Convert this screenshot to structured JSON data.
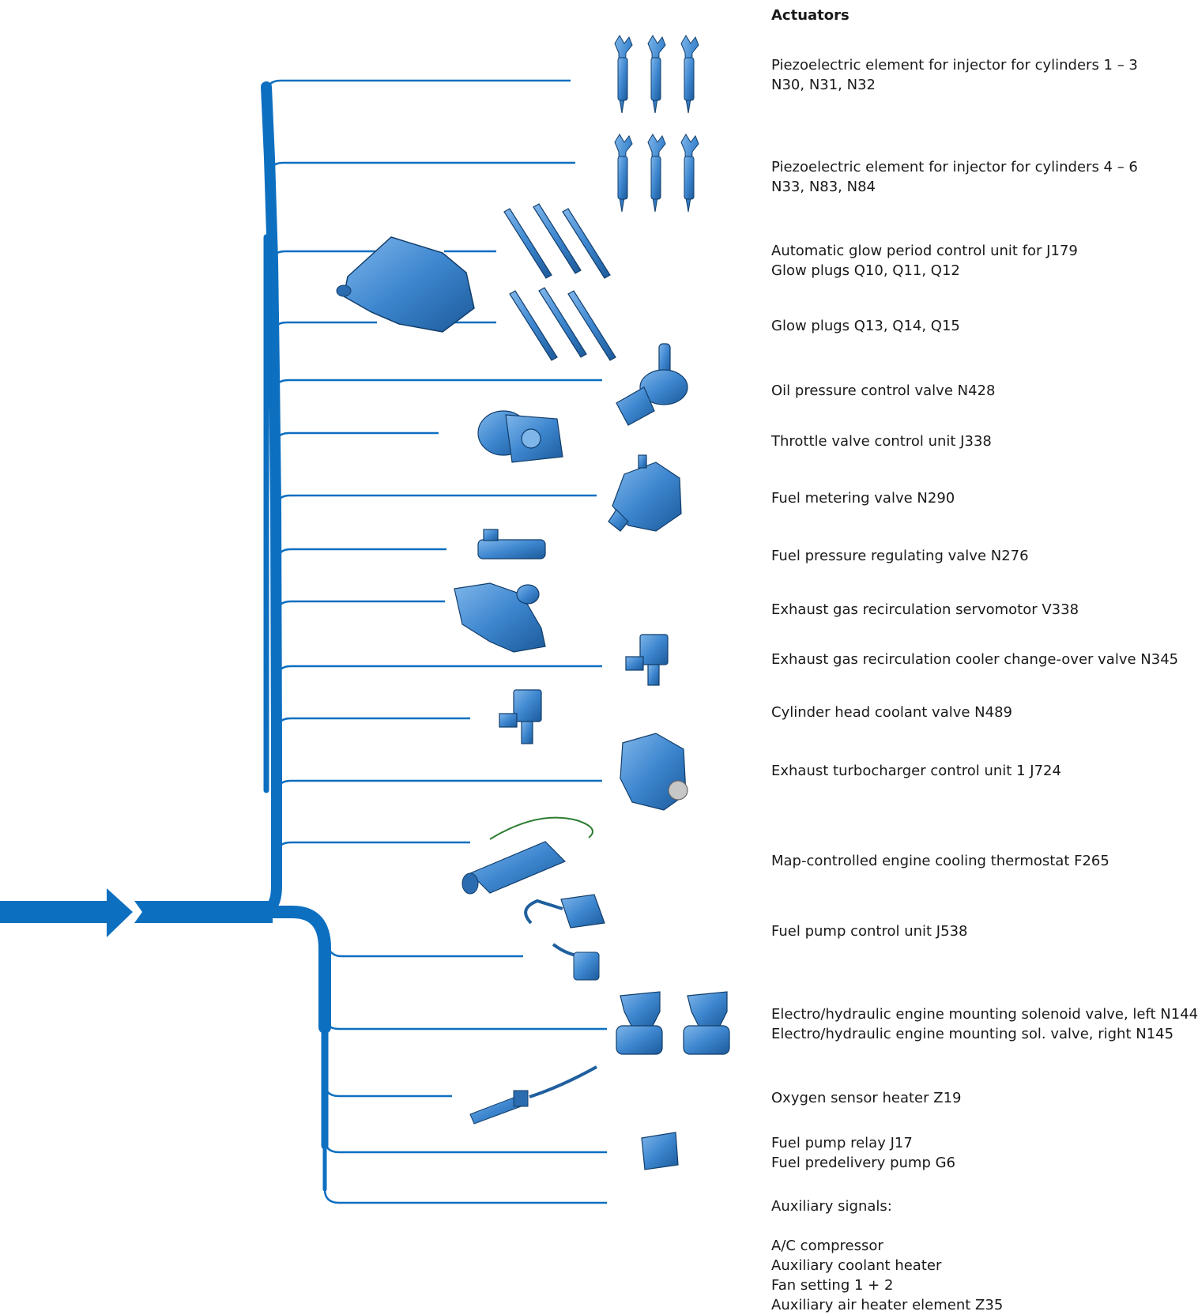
{
  "heading": "Actuators",
  "colors": {
    "wire": "#0d6fc0",
    "component_fill": "#4a90d6",
    "component_dark": "#1f5f9e",
    "text": "#1a1a1a"
  },
  "actuators": [
    {
      "lines": [
        "Piezoelectric element for injector for cylinders 1 – 3",
        "N30, N31, N32"
      ],
      "icon": "injector-icon"
    },
    {
      "lines": [
        "Piezoelectric element for injector for cylinders 4 – 6",
        "N33, N83, N84"
      ],
      "icon": "injector-icon"
    },
    {
      "lines": [
        "Automatic glow period control unit for J179",
        "Glow plugs Q10, Q11, Q12"
      ],
      "icon": "glow-control-unit-icon"
    },
    {
      "lines": [
        "Glow plugs Q13, Q14, Q15"
      ],
      "icon": "glow-plug-icon"
    },
    {
      "lines": [
        "Oil pressure control valve N428"
      ],
      "icon": "oil-valve-icon"
    },
    {
      "lines": [
        "Throttle valve control unit J338"
      ],
      "icon": "throttle-unit-icon"
    },
    {
      "lines": [
        "Fuel metering valve N290"
      ],
      "icon": "fuel-pump-icon"
    },
    {
      "lines": [
        "Fuel pressure regulating valve N276"
      ],
      "icon": "pressure-valve-icon"
    },
    {
      "lines": [
        "Exhaust gas recirculation servomotor V338"
      ],
      "icon": "egr-servomotor-icon"
    },
    {
      "lines": [
        "Exhaust gas recirculation cooler change-over valve N345"
      ],
      "icon": "solenoid-valve-icon"
    },
    {
      "lines": [
        "Cylinder head coolant valve N489"
      ],
      "icon": "solenoid-valve-icon"
    },
    {
      "lines": [
        "Exhaust turbocharger control unit 1 J724"
      ],
      "icon": "turbo-unit-icon"
    },
    {
      "lines": [
        "Map-controlled engine cooling thermostat F265"
      ],
      "icon": "thermostat-icon"
    },
    {
      "lines": [
        "Fuel pump control unit J538"
      ],
      "icon": "pump-control-unit-icon"
    },
    {
      "lines": [
        "Electro/hydraulic engine mounting solenoid valve, left N144",
        "Electro/hydraulic engine mounting sol. valve, right N145"
      ],
      "icon": "engine-mount-valve-icon"
    },
    {
      "lines": [
        "Oxygen sensor heater Z19"
      ],
      "icon": "oxygen-sensor-icon"
    },
    {
      "lines": [
        "Fuel pump relay J17",
        "Fuel predelivery pump G6"
      ],
      "icon": "relay-icon"
    },
    {
      "lines": [
        "Auxiliary signals:",
        "",
        "A/C compressor",
        "Auxiliary coolant heater",
        "Fan setting 1 + 2",
        "Auxiliary air heater element Z35"
      ],
      "icon": ""
    }
  ]
}
